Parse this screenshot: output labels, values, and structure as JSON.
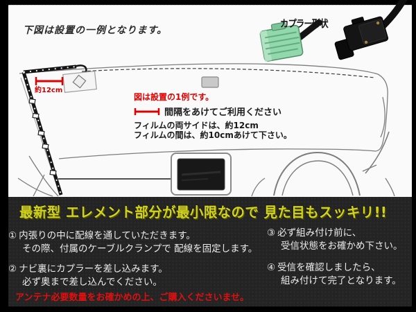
{
  "diagram": {
    "title": "下図は設置の一例となります。",
    "coupler_label": "カプラー形状",
    "measure_label": "約12cm",
    "note_red": "図は設置の1例です。",
    "note_spacing": "間隔をあけてご利用ください",
    "note_film_1": "フィルムの両サイドは、約12cm",
    "note_film_2": "フィルムの間は、約10cmあけて下さい。"
  },
  "footer": {
    "headline": "最新型 エレメント部分が最小限なので 見た目もスッキリ!!",
    "steps_left": [
      {
        "num": "①",
        "lines": [
          "内張りの中に配線を通していただきます。",
          "その際、付属のケーブルクランプで 配線を固定します。"
        ]
      },
      {
        "num": "②",
        "lines": [
          "ナビ裏にカプラーを差し込みます。",
          "必ず奥まで差し込んでください。"
        ]
      }
    ],
    "steps_right": [
      {
        "num": "③",
        "lines": [
          "必ず組み付け前に、",
          "受信状態をお確かめ下さい。"
        ]
      },
      {
        "num": "④",
        "lines": [
          "受信を確認しましたら、",
          "組み付けて完了となります。"
        ]
      }
    ],
    "warning": "アンテナ必要数量をお確かめの上、ご購入くださいませ。"
  },
  "colors": {
    "accent_red": "#dd0000",
    "headline_yellow": "#d2d220",
    "coupler_green": "#93d8ac",
    "panel_white": "#fafafa",
    "band_dark": "#242424"
  }
}
